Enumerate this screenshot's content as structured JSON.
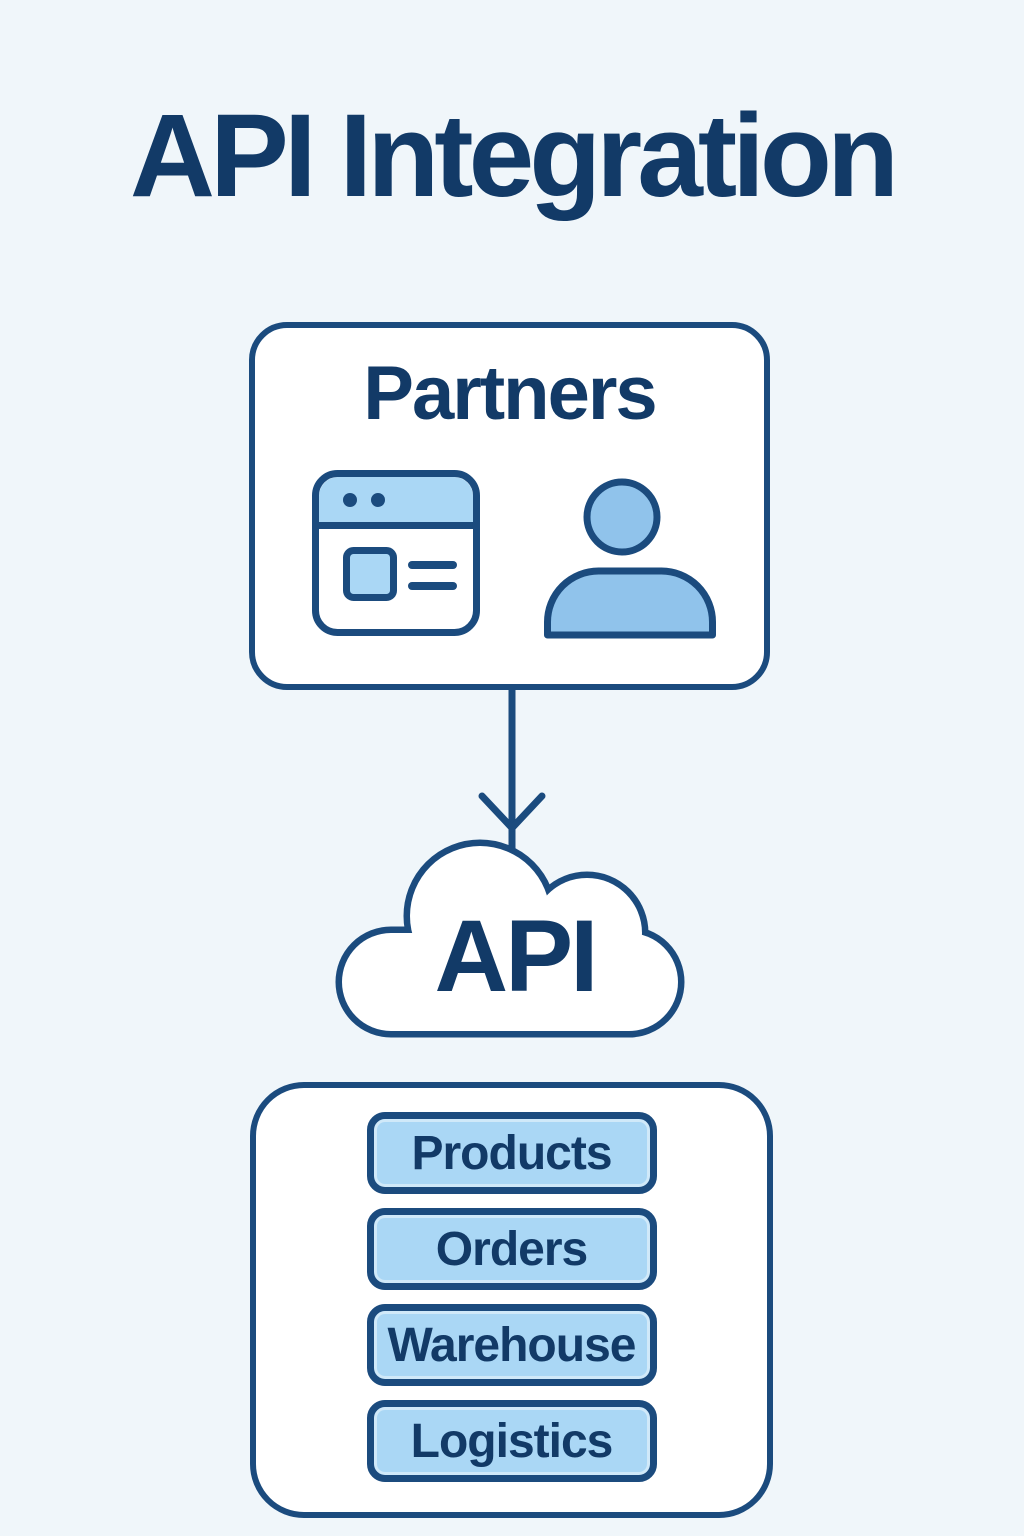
{
  "title": "API Integration",
  "colors": {
    "background": "#f0f6fa",
    "stroke": "#1b4b7e",
    "text": "#123a67",
    "light-blue": "#aad7f5",
    "mid-blue": "#90c3eb",
    "card": "#ffffff"
  },
  "partners": {
    "label": "Partners",
    "icons": [
      "browser-window-icon",
      "user-icon"
    ]
  },
  "connector": {
    "icon": "arrow-down-icon",
    "from": "partners-card",
    "to": "api-cloud"
  },
  "cloud": {
    "icon": "cloud-icon",
    "label": "API"
  },
  "services": {
    "items": [
      {
        "label": "Products"
      },
      {
        "label": "Orders"
      },
      {
        "label": "Warehouse"
      },
      {
        "label": "Logistics"
      }
    ]
  }
}
